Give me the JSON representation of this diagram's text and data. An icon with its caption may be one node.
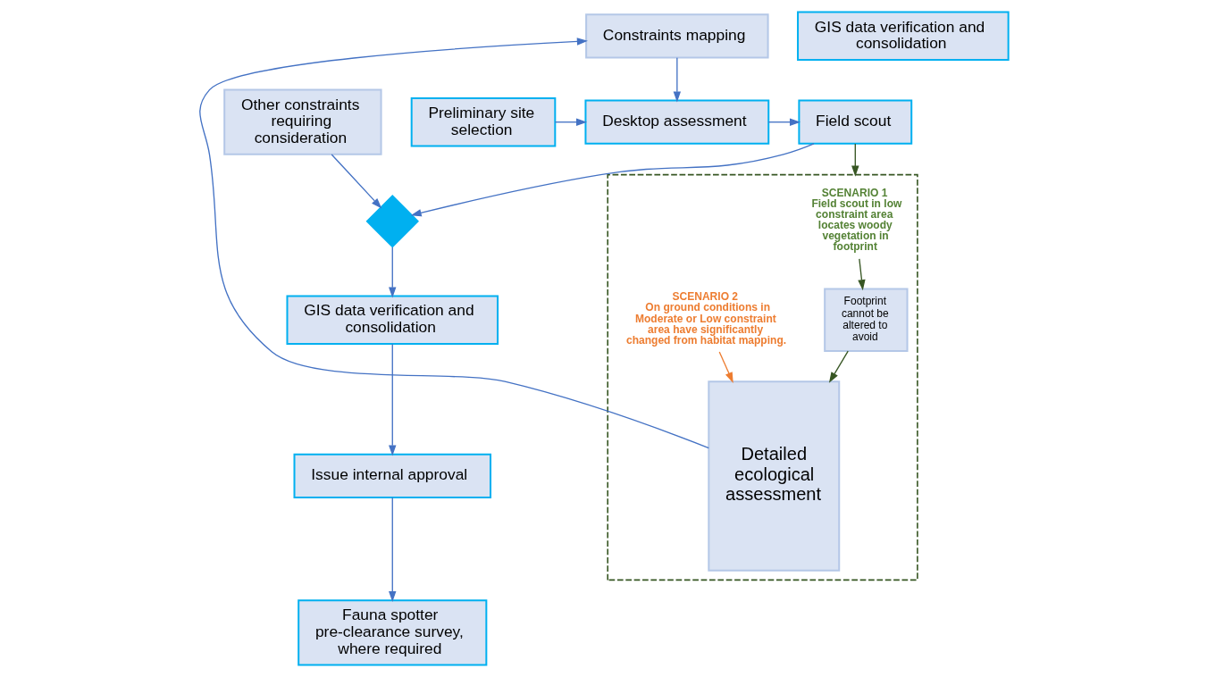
{
  "diagram": {
    "nodes": [
      {
        "text": [
          "Constraints mapping"
        ]
      },
      {
        "text": [
          "Preliminary site selection"
        ]
      },
      {
        "text": [
          "Desktop assessment"
        ]
      },
      {
        "text": [
          "Field scout"
        ]
      },
      {
        "text": [
          "Other constraints requiring consideration"
        ]
      },
      {
        "text": [],
        "shape": "diamond"
      },
      {
        "text": [
          "GIS data verification and consolidation"
        ]
      },
      {
        "text": [
          "Issue internal approval"
        ]
      },
      {
        "text": [
          "Fauna spotter pre-clearance survey, where required"
        ]
      },
      {
        "text": [
          "GIS data verification and consolidation"
        ]
      },
      {
        "text": [],
        "shape": "box"
      },
      {
        "text": [
          "SCENARIO 1",
          "Field scout in low constraint area locates woody vegetation in footprint"
        ],
        "in": 10
      },
      {
        "text": [
          "Footprint cannot be altered to avoid"
        ],
        "in": 10
      },
      {
        "text": [
          "SCENARIO 2",
          "On ground conditions in Moderate or Low constraint area have significantly changed from habitat mapping."
        ],
        "in": 10
      },
      {
        "text": [
          "Detailed ecological assessment"
        ],
        "in": 10
      }
    ],
    "edges": [
      {
        "from": 0,
        "to": 2,
        "arrow": "to"
      },
      {
        "from": 1,
        "to": 2,
        "arrow": "to"
      },
      {
        "from": 2,
        "to": 3,
        "arrow": "to"
      },
      {
        "from": 3,
        "to": 5,
        "arrow": "to"
      },
      {
        "from": 4,
        "to": 5,
        "arrow": "to"
      },
      {
        "from": 5,
        "to": 6,
        "arrow": "to"
      },
      {
        "from": 6,
        "to": 7,
        "arrow": "to"
      },
      {
        "from": 7,
        "to": 8,
        "arrow": "to"
      },
      {
        "from": 3,
        "to": 10,
        "arrow": "to",
        "color": "#375623"
      },
      {
        "from": 11,
        "to": 12,
        "arrow": "to",
        "color": "#375623"
      },
      {
        "from": 12,
        "to": 14,
        "arrow": "to",
        "color": "#375623"
      },
      {
        "from": 13,
        "to": 14,
        "arrow": "to",
        "color": "#ed7d31"
      },
      {
        "from": 14,
        "to": 0,
        "arrow": "to"
      }
    ]
  }
}
